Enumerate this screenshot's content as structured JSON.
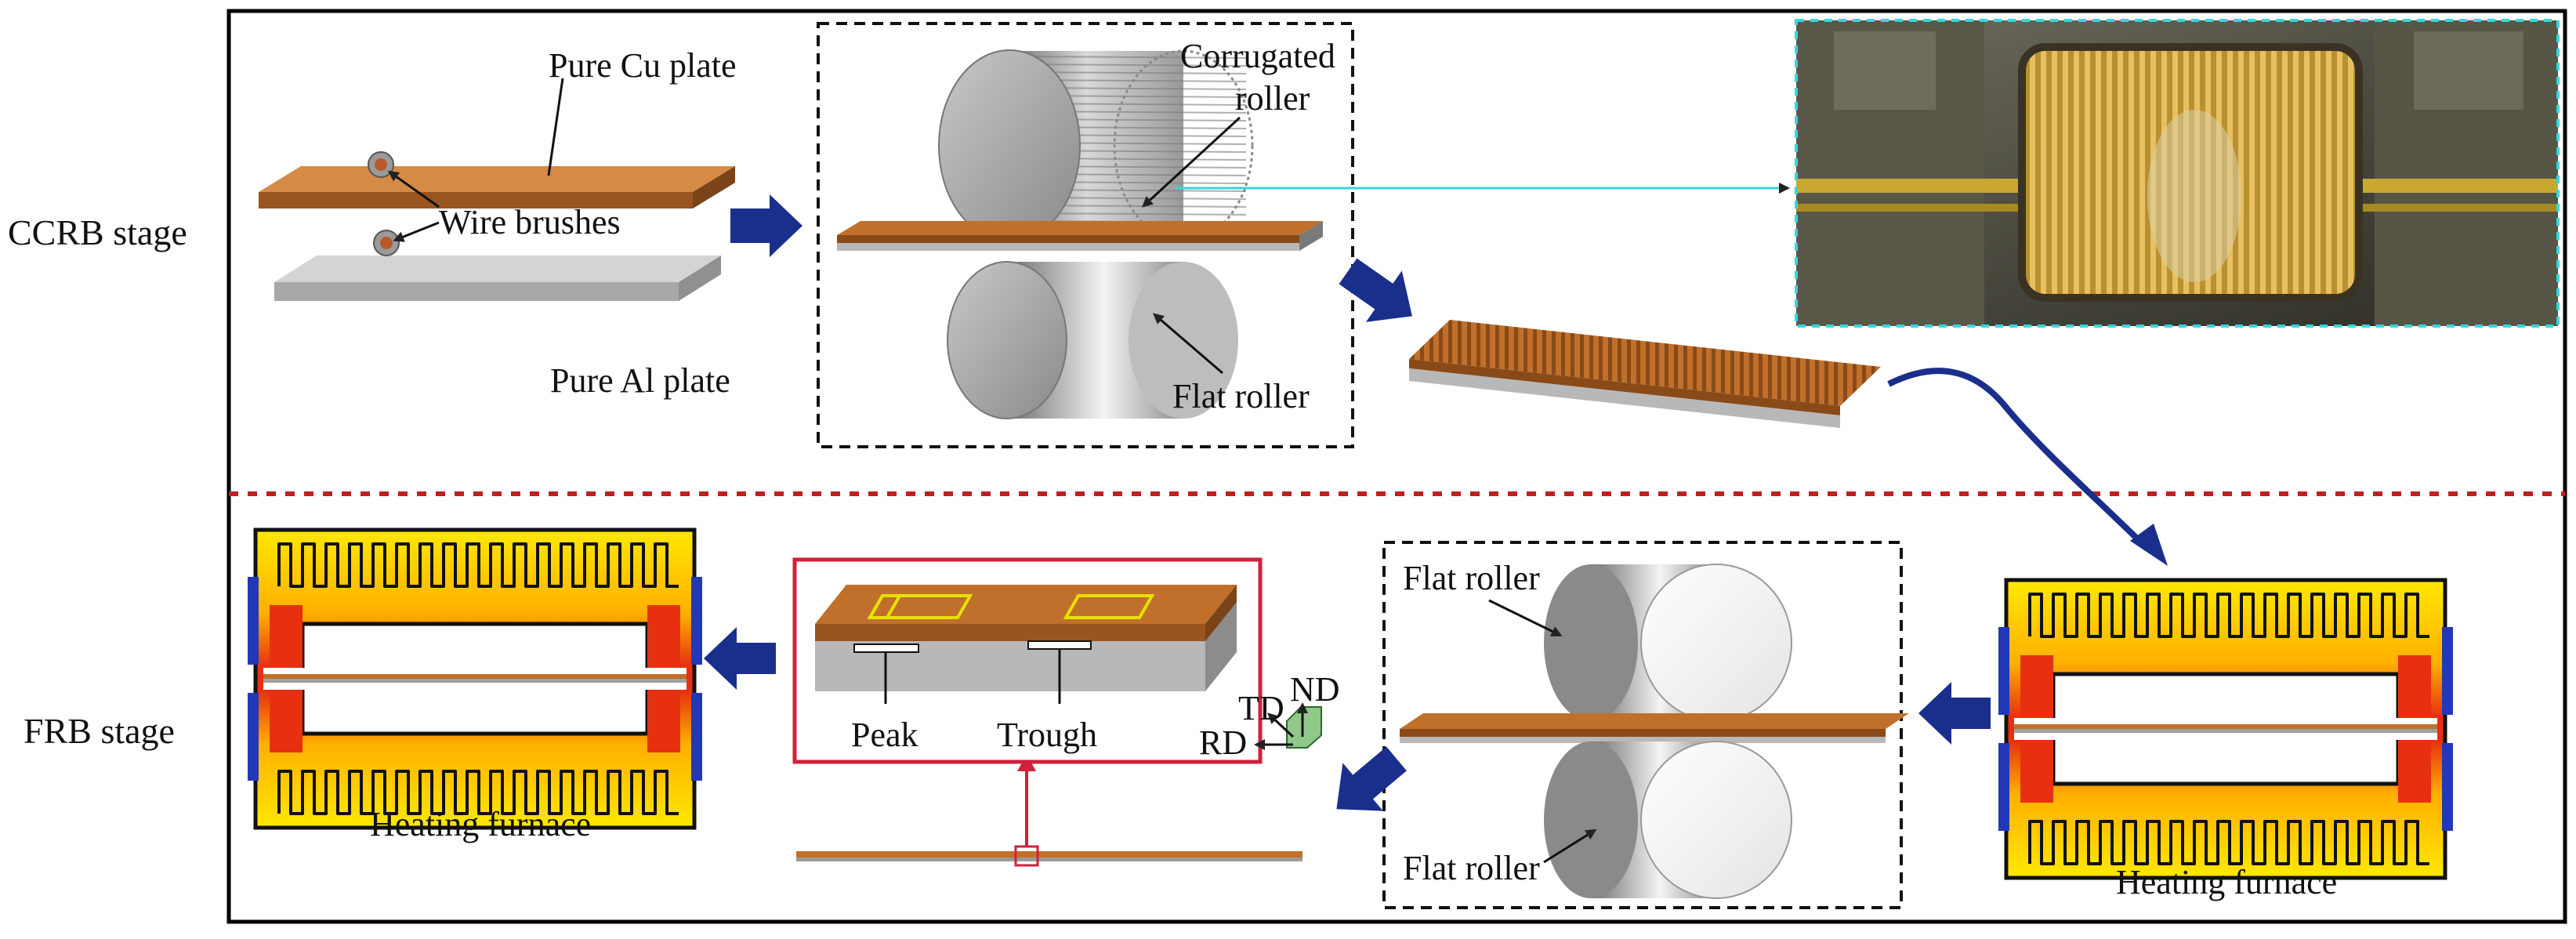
{
  "stages": {
    "ccrb": "CCRB  stage",
    "frb": "FRB  stage"
  },
  "labels": {
    "cu_plate": "Pure Cu plate",
    "wire_brushes": "Wire brushes",
    "al_plate": "Pure Al plate",
    "corrugated_roller": [
      "Corrugated",
      "roller"
    ],
    "flat_roller_top_stage": "Flat roller",
    "flat_roller_top": "Flat roller",
    "flat_roller_bottom": "Flat roller",
    "heating_furnace_left": "Heating furnace",
    "heating_furnace_right": "Heating furnace",
    "peak": "Peak",
    "trough": "Trough",
    "axes": {
      "td": "TD",
      "nd": "ND",
      "rd": "RD"
    }
  },
  "colors": {
    "copper": "#c0702a",
    "aluminum": "#c4c4c4",
    "arrow_blue": "#1a2e8c",
    "cyan_line": "#36d6e0",
    "red_divider": "#c0201c",
    "inset_border": "#d0203a",
    "furnace_yellow": "#ffe800",
    "furnace_red": "#e02010"
  }
}
